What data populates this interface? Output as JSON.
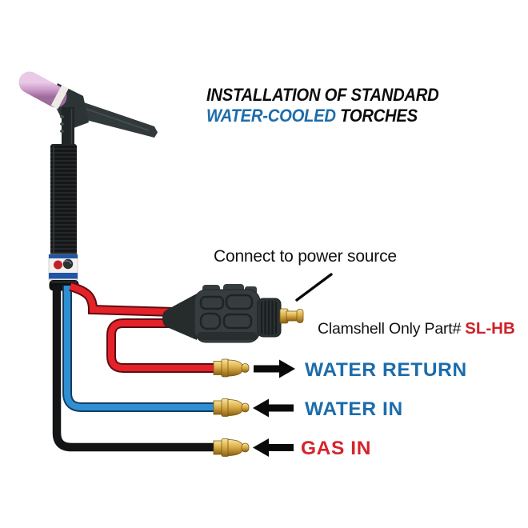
{
  "title": {
    "line1": "INSTALLATION OF STANDARD",
    "line2_highlight": "WATER-COOLED",
    "line2_rest": " TORCHES"
  },
  "callouts": {
    "power_source": "Connect to power source",
    "clamshell_prefix": "Clamshell Only Part#",
    "clamshell_part": "SL-HB"
  },
  "connections": [
    {
      "id": "water-return",
      "label": "WATER RETURN",
      "cable_color": "#e42229",
      "label_color": "#1c6cab",
      "arrow_direction": "right",
      "fitting": "brass"
    },
    {
      "id": "water-in",
      "label": "WATER IN",
      "cable_color": "#2f8fd2",
      "label_color": "#1c6cab",
      "arrow_direction": "left",
      "fitting": "brass"
    },
    {
      "id": "gas-in",
      "label": "GAS IN",
      "cable_color": "#141516",
      "label_color": "#d6232b",
      "arrow_direction": "left",
      "fitting": "brass"
    }
  ],
  "icons": [
    "tig-torch-icon",
    "power-connector-icon",
    "brass-fitting-icon",
    "arrow-right-icon",
    "arrow-left-icon",
    "pointer-line-icon"
  ],
  "colors": {
    "background": "#ffffff",
    "highlight_blue": "#1c6cab",
    "part_number_red": "#cf2027",
    "cable_red": "#e42229",
    "cable_blue": "#2f8fd2",
    "cable_black": "#141516",
    "brass_gold": "#d2a43c",
    "torch_cup_pink": "#c897c6",
    "connector_body": "#363d3e"
  }
}
